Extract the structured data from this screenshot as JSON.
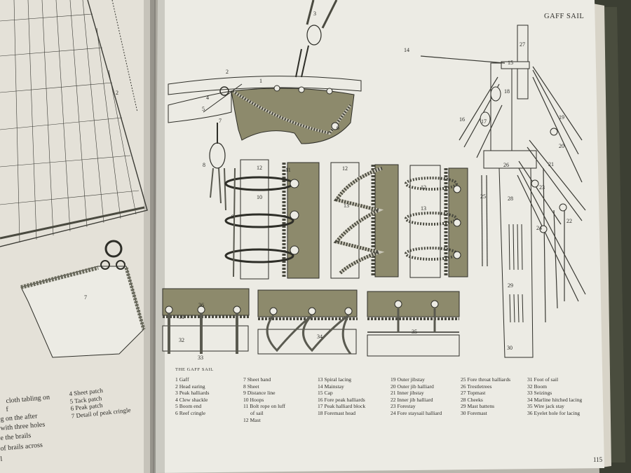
{
  "header": {
    "title": "GAFF SAIL"
  },
  "page_number": "115",
  "legend": {
    "title": "THE GAFF SAIL",
    "columns": [
      [
        "1 Gaff",
        "2 Head earing",
        "3 Peak halliards",
        "4 Clew shackle",
        "5 Boom end",
        "6 Reef cringle"
      ],
      [
        "7 Sheet band",
        "8 Sheet",
        "9 Distance line",
        "10 Hoops",
        "11 Bolt rope on luff",
        "of sail",
        "12 Mast"
      ],
      [
        "13 Spiral lacing",
        "14 Mainstay",
        "15 Cap",
        "16 Fore peak halliards",
        "17 Peak halliard block",
        "18 Foremast head"
      ],
      [
        "19 Outer jibstay",
        "20 Outer jib halliard",
        "21 Inner jibstay",
        "22 Inner jib halliard",
        "23 Forestay",
        "24 Fore staysail halliard"
      ],
      [
        "25 Fore throat halliards",
        "26 Trestletrees",
        "27 Topmast",
        "28 Cheeks",
        "29 Mast battens",
        "30 Foremast"
      ],
      [
        "31 Foot of sail",
        "32 Boom",
        "33 Seizings",
        "34 Marline hitched lacing",
        "35 Wire jack stay",
        "36 Eyelet hole for lacing"
      ]
    ]
  },
  "left_page": {
    "notes": [
      "cloth tabling on",
      "f",
      "g on the after",
      "with three holes",
      "e the brails",
      "of brails across",
      "l"
    ],
    "list": [
      "4 Sheet patch",
      "5 Tack patch",
      "6 Peak patch",
      "7 Detail of peak cringle"
    ]
  },
  "figure_labels": {
    "gaff_detail": [
      "1",
      "2",
      "3",
      "4",
      "5",
      "6",
      "7",
      "8"
    ],
    "hoops": [
      "9",
      "10",
      "11",
      "12"
    ],
    "spiral": [
      "12",
      "13"
    ],
    "lacing_right": [
      "12",
      "13"
    ],
    "boom_panels": [
      "31",
      "32",
      "33",
      "34",
      "35",
      "36"
    ],
    "mast": [
      "14",
      "15",
      "16",
      "17",
      "18",
      "19",
      "20",
      "21",
      "22",
      "23",
      "24",
      "25",
      "26",
      "27",
      "28",
      "29",
      "30"
    ],
    "left_detail": [
      "2",
      "7"
    ]
  },
  "colors": {
    "sail_fill": "#8d8a6c",
    "page": "#ece9e0",
    "left_page": "#e4e1d8",
    "ink": "#2b2a26",
    "cover": "#3c3f33"
  }
}
